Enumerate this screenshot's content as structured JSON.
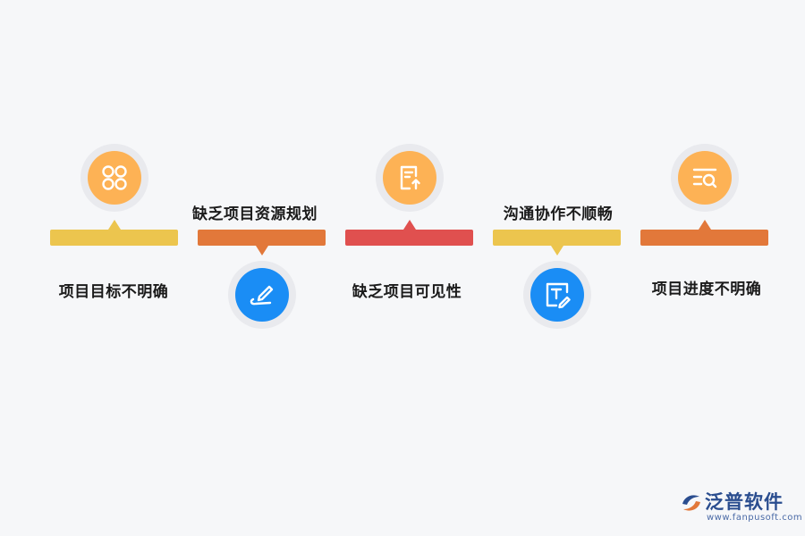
{
  "steps": [
    {
      "label": "项目目标不明确",
      "icon": "apps-grid-icon",
      "bar_color": "#ecc54e",
      "circle_color": "#fdb255"
    },
    {
      "label": "缺乏项目资源规划",
      "icon": "pen-signature-icon",
      "bar_color": "#e2783a",
      "circle_color": "#1a8df5"
    },
    {
      "label": "缺乏项目可见性",
      "icon": "document-upload-icon",
      "bar_color": "#e0504f",
      "circle_color": "#fdb255"
    },
    {
      "label": "沟通协作不顺畅",
      "icon": "text-edit-icon",
      "bar_color": "#ecc54e",
      "circle_color": "#1a8df5"
    },
    {
      "label": "项目进度不明确",
      "icon": "list-search-icon",
      "bar_color": "#e2783a",
      "circle_color": "#fdb255"
    }
  ],
  "brand": {
    "name": "泛普软件",
    "url": "www.fanpusoft.com",
    "color": "#2a4d8f"
  }
}
